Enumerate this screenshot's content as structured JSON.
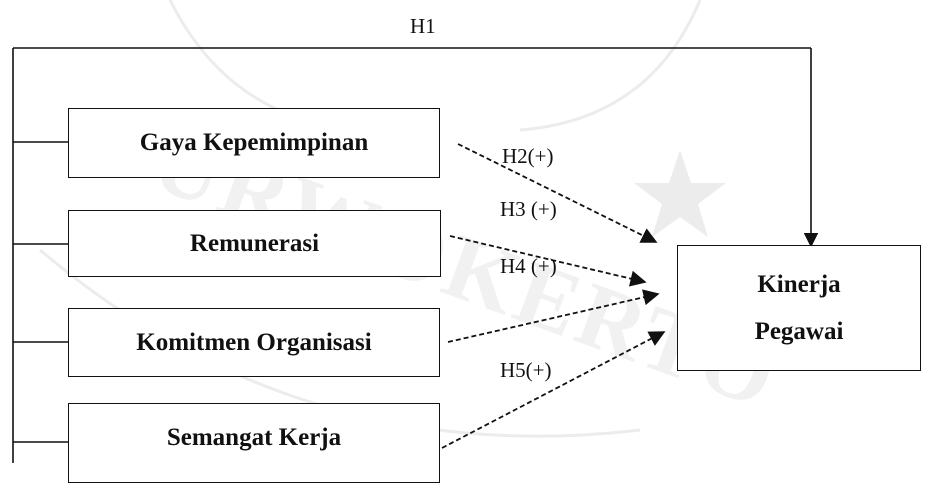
{
  "diagram": {
    "hypotheses": {
      "h1": "H1",
      "h2": "H2(+)",
      "h3": "H3 (+)",
      "h4": "H4 (+)",
      "h5": "H5(+)"
    },
    "variables": {
      "gaya": "Gaya Kepemimpinan",
      "remunerasi": "Remunerasi",
      "komitmen": "Komitmen Organisasi",
      "semangat": "Semangat Kerja"
    },
    "dependent": {
      "line1": "Kinerja",
      "line2": "Pegawai"
    },
    "watermark": "PURWOKERTO",
    "colors": {
      "line": "#111111",
      "watermark": "#e6e6e6"
    }
  }
}
